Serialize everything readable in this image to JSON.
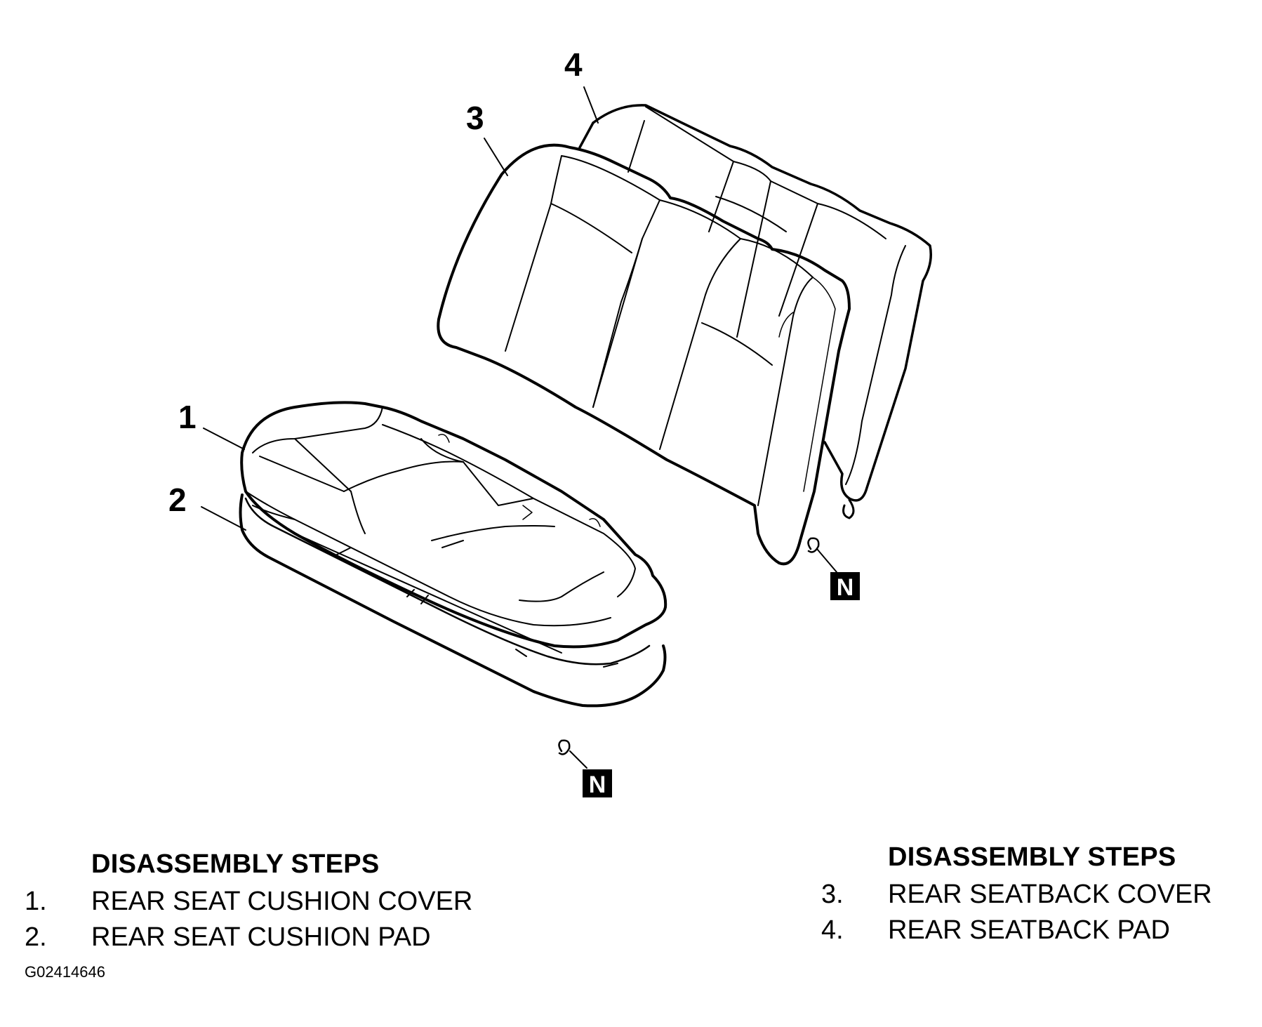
{
  "callouts": [
    "1",
    "2",
    "3",
    "4"
  ],
  "nonreusable_badge": "N",
  "left_steps": {
    "title": "DISASSEMBLY STEPS",
    "items": [
      {
        "num": "1.",
        "label": "REAR SEAT CUSHION COVER"
      },
      {
        "num": "2.",
        "label": "REAR SEAT CUSHION PAD"
      }
    ]
  },
  "right_steps": {
    "title": "DISASSEMBLY STEPS",
    "items": [
      {
        "num": "3.",
        "label": "REAR SEATBACK COVER"
      },
      {
        "num": "4.",
        "label": "REAR SEATBACK PAD"
      }
    ]
  },
  "figure_id": "G02414646",
  "colors": {
    "line": "#000000",
    "background": "#ffffff"
  }
}
